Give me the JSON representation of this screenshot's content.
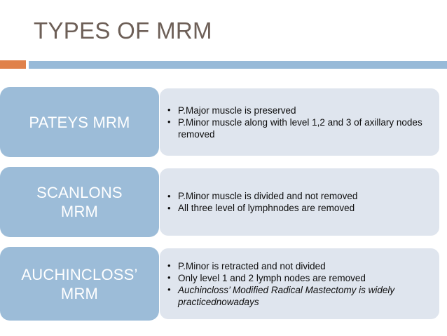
{
  "slide": {
    "title": "TYPES OF MRM",
    "title_color": "#6d5f57",
    "accent_orange": "#e0814a",
    "accent_blue": "#98bad8",
    "label_box_color": "#9cbcd8",
    "detail_panel_color": "#dfe5ee",
    "background": "#ffffff"
  },
  "rows": [
    {
      "label": "PATEYS MRM",
      "bullets": [
        {
          "text": "P.Major muscle is preserved",
          "italic": false
        },
        {
          "text": "P.Minor muscle along with level 1,2 and 3  of axillary nodes removed",
          "italic": false
        }
      ]
    },
    {
      "label": "SCANLONS\nMRM",
      "bullets": [
        {
          "text": "P.Minor muscle is divided and not removed",
          "italic": false
        },
        {
          "text": "All three level of lymphnodes are removed",
          "italic": false
        }
      ]
    },
    {
      "label": "AUCHINCLOSS’\nMRM",
      "bullets": [
        {
          "text": "P.Minor is retracted and not divided",
          "italic": false
        },
        {
          "text": "Only level 1 and 2 lymph nodes are removed",
          "italic": false
        },
        {
          "text": "Auchincloss’ Modified Radical Mastectomy is widely practicednowadays",
          "italic": true
        }
      ]
    }
  ]
}
